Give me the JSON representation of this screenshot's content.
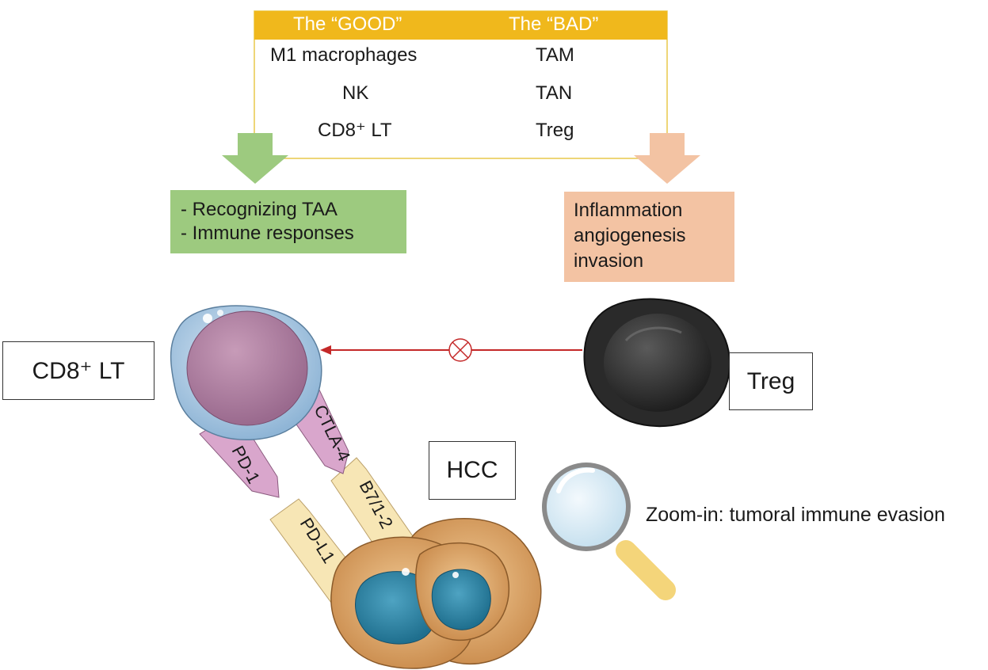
{
  "table": {
    "header_good": "The “GOOD”",
    "header_bad": "The “BAD”",
    "good_items": [
      "M1 macrophages",
      "NK",
      "CD8⁺ LT"
    ],
    "bad_items": [
      "TAM",
      "TAN",
      "Treg"
    ]
  },
  "good_effects": [
    "- Recognizing TAA",
    "- Immune responses"
  ],
  "bad_effects": [
    "Inflammation",
    "angiogenesis",
    "invasion"
  ],
  "cells": {
    "cd8_label": "CD8⁺ LT",
    "treg_label": "Treg",
    "hcc_label": "HCC"
  },
  "receptors": {
    "pd1": "PD-1",
    "ctla4": "CTLA-4",
    "pdl1": "PD-L1",
    "b7": "B7/1-2"
  },
  "zoom_label": "Zoom-in: tumoral immune evasion",
  "colors": {
    "table_header": "#f0b81c",
    "table_border": "#e9c84a",
    "good": "#9dca7f",
    "bad": "#f3c3a3",
    "inhibition_line": "#c42828",
    "receptor_pink": "#d9a6cc",
    "ligand_cream": "#f7e6b5"
  }
}
